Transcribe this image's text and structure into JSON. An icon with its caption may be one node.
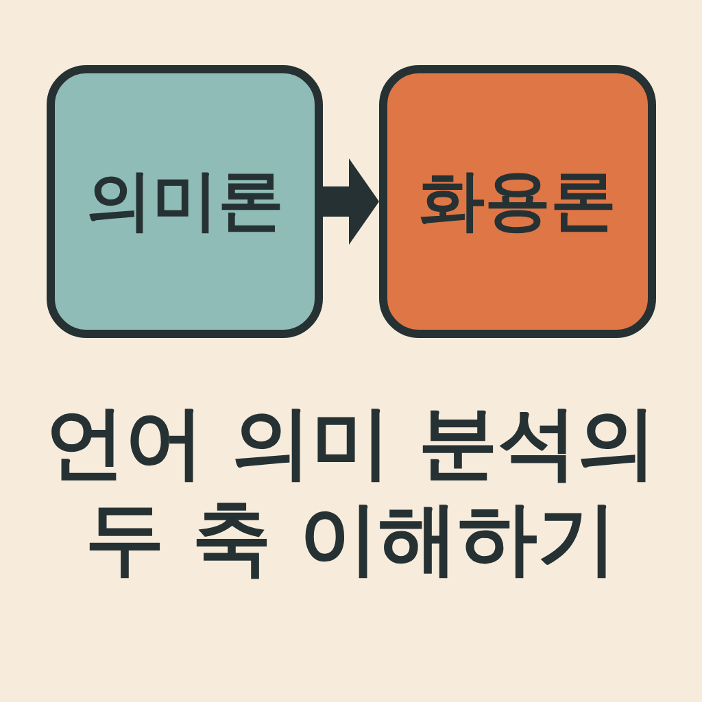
{
  "diagram": {
    "title": "언어 의미 분석의 두 축 이해하기",
    "nodes": [
      {
        "text": [
          "의미론"
        ]
      },
      {
        "text": [
          "화용론"
        ]
      }
    ],
    "edges": [
      {
        "from": 0,
        "to": 1,
        "arrow": "to"
      }
    ]
  }
}
